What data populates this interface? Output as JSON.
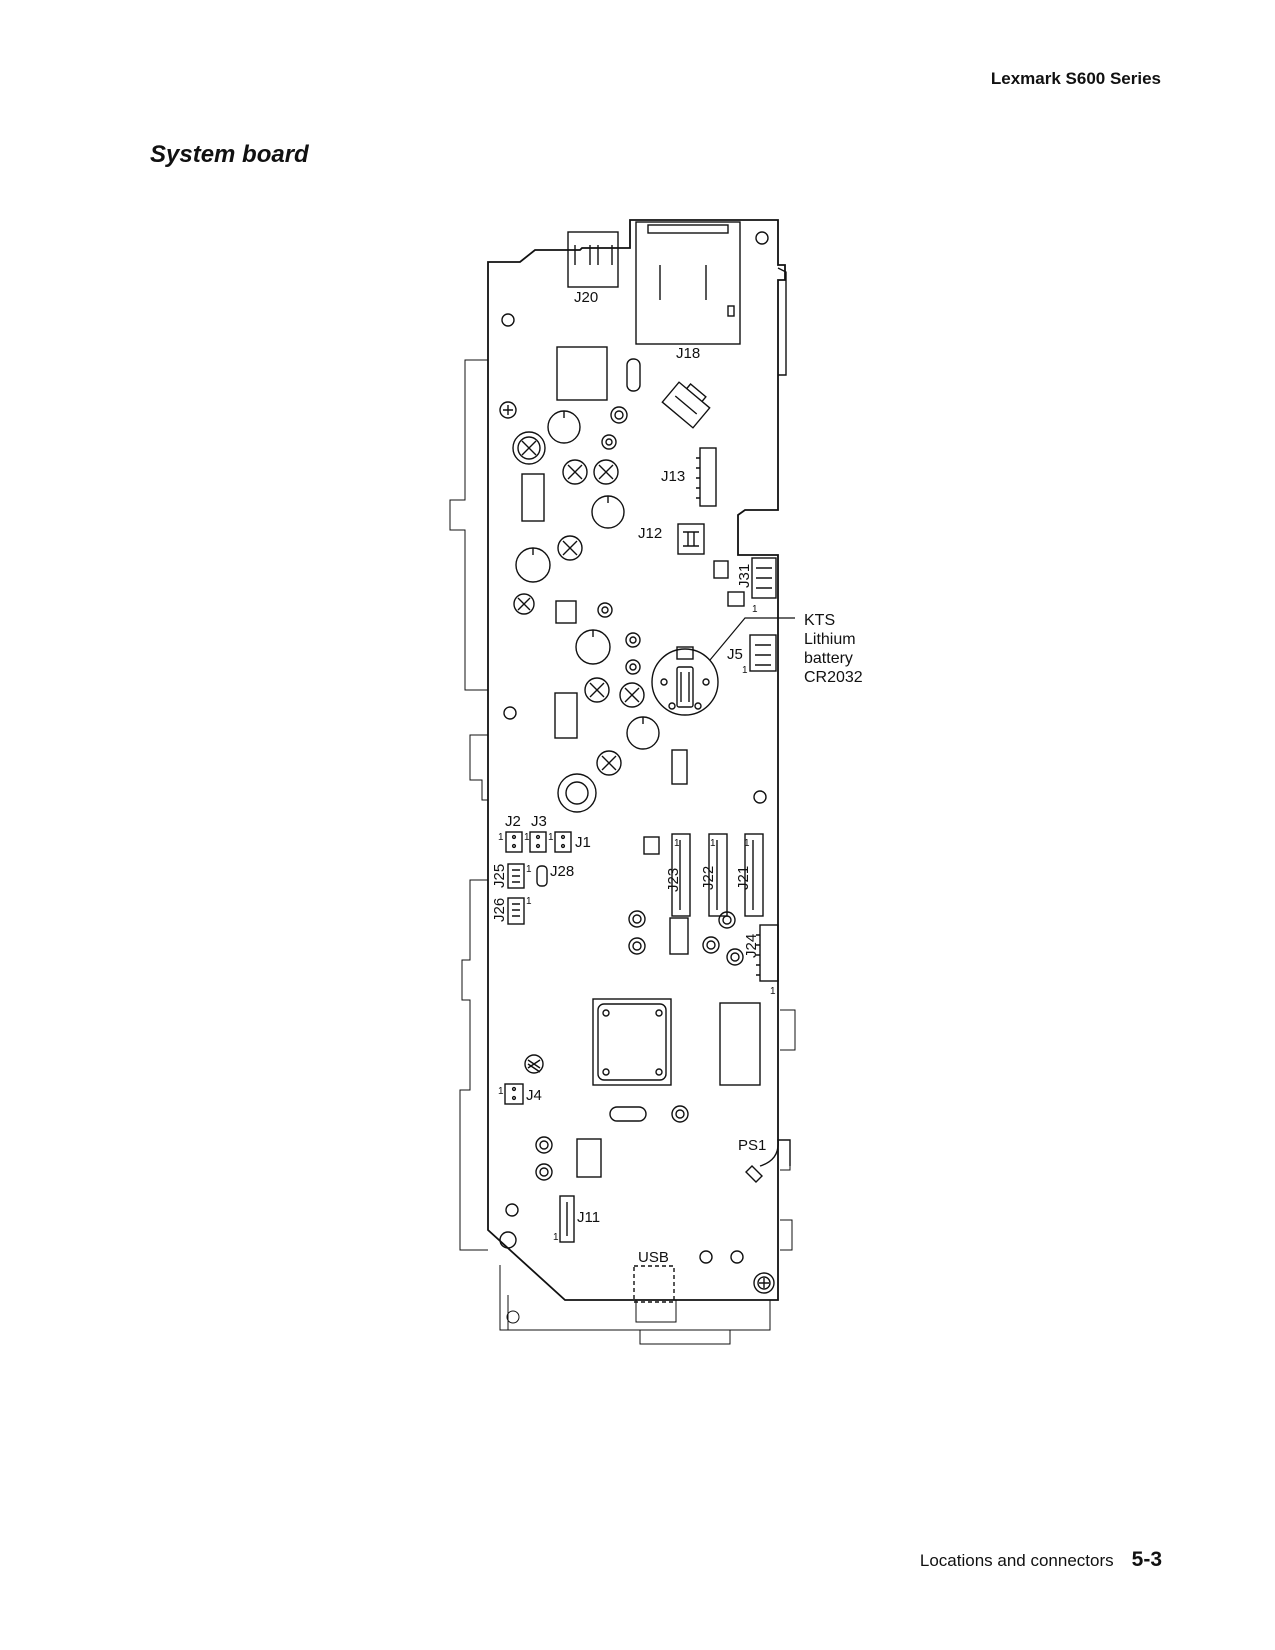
{
  "header": {
    "title": "Lexmark S600 Series"
  },
  "section": {
    "title": "System board"
  },
  "footer": {
    "label": "Locations and connectors",
    "page": "5-3"
  },
  "diagram": {
    "connectors": {
      "J20": "J20",
      "J18": "J18",
      "J13": "J13",
      "J12": "J12",
      "J31": "J31",
      "J5": "J5",
      "J2": "J2",
      "J3": "J3",
      "J1": "J1",
      "J25": "J25",
      "J28": "J28",
      "J26": "J26",
      "J23": "J23",
      "J22": "J22",
      "J21": "J21",
      "J24": "J24",
      "J4": "J4",
      "PS1": "PS1",
      "J11": "J11",
      "USB": "USB"
    },
    "pin_one": "1",
    "battery_callout": [
      "KTS",
      "Lithium",
      "battery",
      "CR2032"
    ]
  }
}
